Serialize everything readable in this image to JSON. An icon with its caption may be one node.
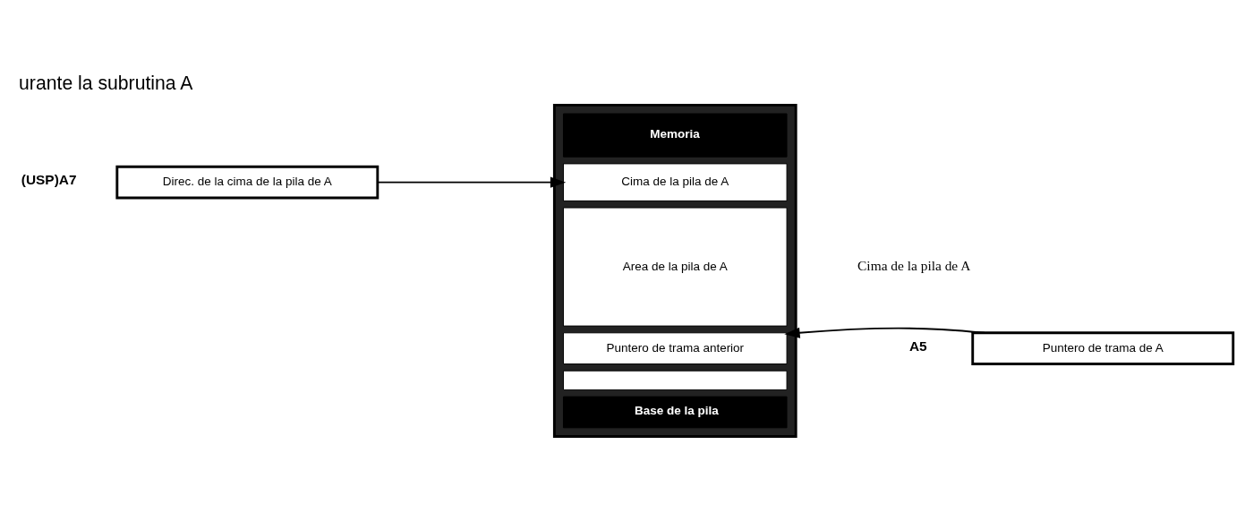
{
  "diagram": {
    "title": "urante la subrutina A",
    "nodes": [
      {
        "text": [
          "Direc. de la cima de la pila de A"
        ],
        "beside": [
          "(USP)A7"
        ]
      },
      {
        "text": [],
        "shape": "box"
      },
      {
        "text": [
          "Memoria"
        ],
        "in": 1
      },
      {
        "text": [
          "Cima de la pila de A"
        ],
        "in": 1
      },
      {
        "text": [
          "Area de la pila de A"
        ],
        "in": 1
      },
      {
        "text": [
          "Puntero de trama anterior"
        ],
        "in": 1
      },
      {
        "text": [],
        "shape": "box",
        "in": 1
      },
      {
        "text": [
          "Base de la pila"
        ],
        "in": 1
      },
      {
        "text": [
          "Puntero de trama de A"
        ],
        "beside": [
          "A5"
        ]
      }
    ],
    "edges": [
      {
        "from": 0,
        "to": 3,
        "arrow": "to"
      },
      {
        "from": 8,
        "to": 5,
        "arrow": "to"
      }
    ],
    "labels": [
      "Cima de la pila de A"
    ]
  }
}
